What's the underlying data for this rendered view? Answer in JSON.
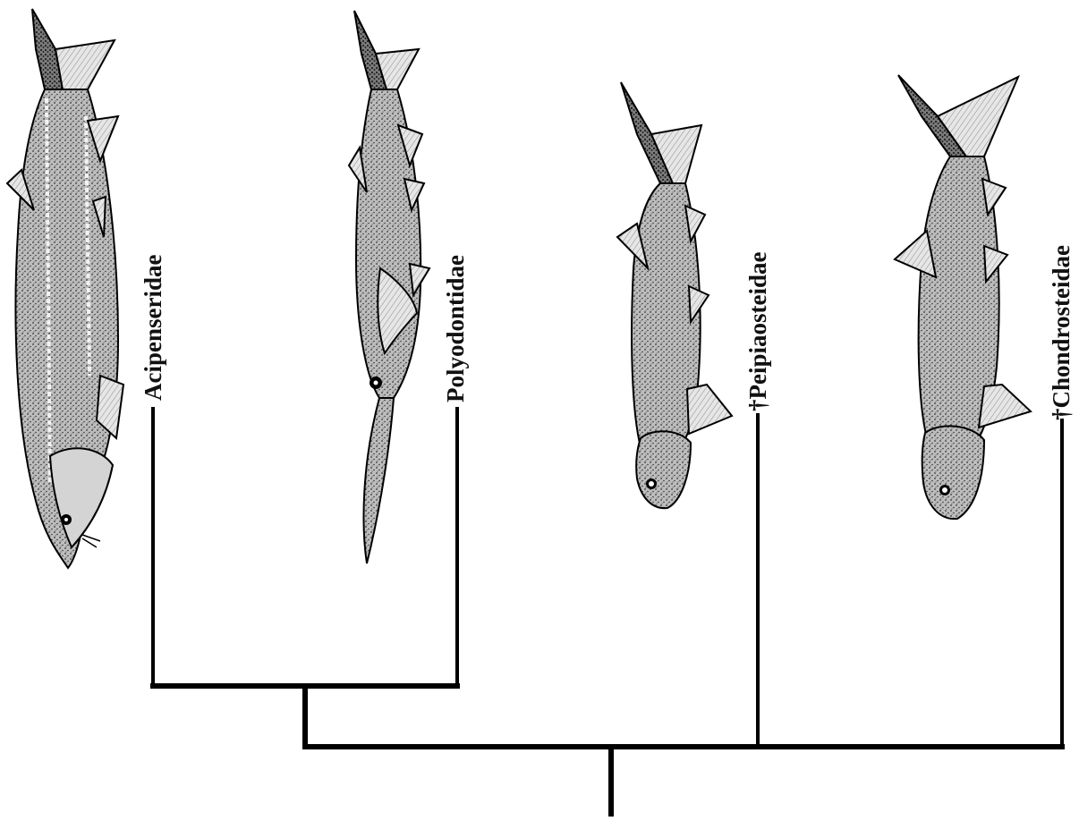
{
  "taxa": [
    {
      "id": "acipenseridae",
      "label": "Acipenseridae"
    },
    {
      "id": "polyodontidae",
      "label": "Polyodontidae"
    },
    {
      "id": "peipiaosteidae",
      "label": "†Peipiaosteidae"
    },
    {
      "id": "chondrosteidae",
      "label": "†Chondrosteidae"
    }
  ],
  "colors": {
    "line": "#000000",
    "fin": "#c9c9c9",
    "body": "#9a9a9a",
    "background": "#ffffff"
  },
  "icons": [
    "sturgeon-illustration",
    "paddlefish-illustration",
    "peipiaosteus-illustration",
    "chondrosteus-illustration"
  ]
}
